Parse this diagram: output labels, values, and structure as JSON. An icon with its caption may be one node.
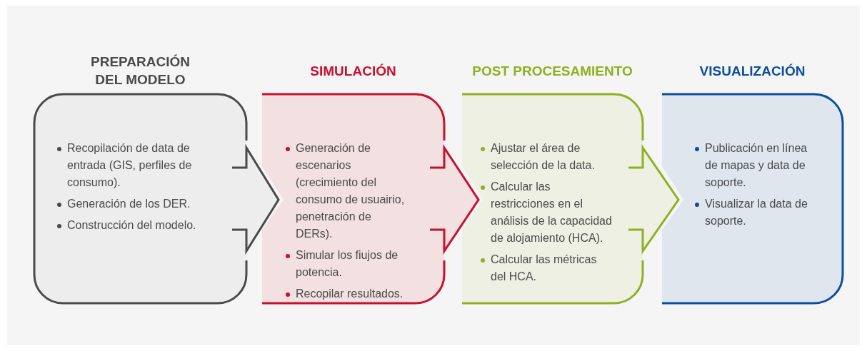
{
  "diagram": {
    "nodes": [
      {
        "text": [
          "PREPARACIÓN DEL MODELO",
          "Recopilación de data de entrada (GIS, perfiles de consumo).",
          "Generación de los DER.",
          "Construcción del modelo."
        ]
      },
      {
        "text": [
          "SIMULACIÓN",
          "Generación de escenarios (crecimiento del consumo de usuairio, penetración de DERs).",
          "Simular los fiujos de potencia.",
          "Recopilar resultados."
        ]
      },
      {
        "text": [
          "POST PROCESAMIENTO",
          "Ajustar el área de selección de la data.",
          "Calcular las restricciones en el análisis de la capacidad de alojamiento (HCA).",
          "Calcular las métricas del HCA."
        ]
      },
      {
        "text": [
          "VISUALIZACIÓN",
          "Publicación en línea de  mapas y data de soporte.",
          "Visualizar la data de soporte."
        ]
      }
    ],
    "edges": [
      {
        "from": 0,
        "to": 1,
        "arrow": "to",
        "color": "#4a4a4a"
      },
      {
        "from": 1,
        "to": 2,
        "arrow": "to",
        "color": "#c8102e"
      },
      {
        "from": 2,
        "to": 3,
        "arrow": "to",
        "color": "#8fb021"
      }
    ]
  }
}
